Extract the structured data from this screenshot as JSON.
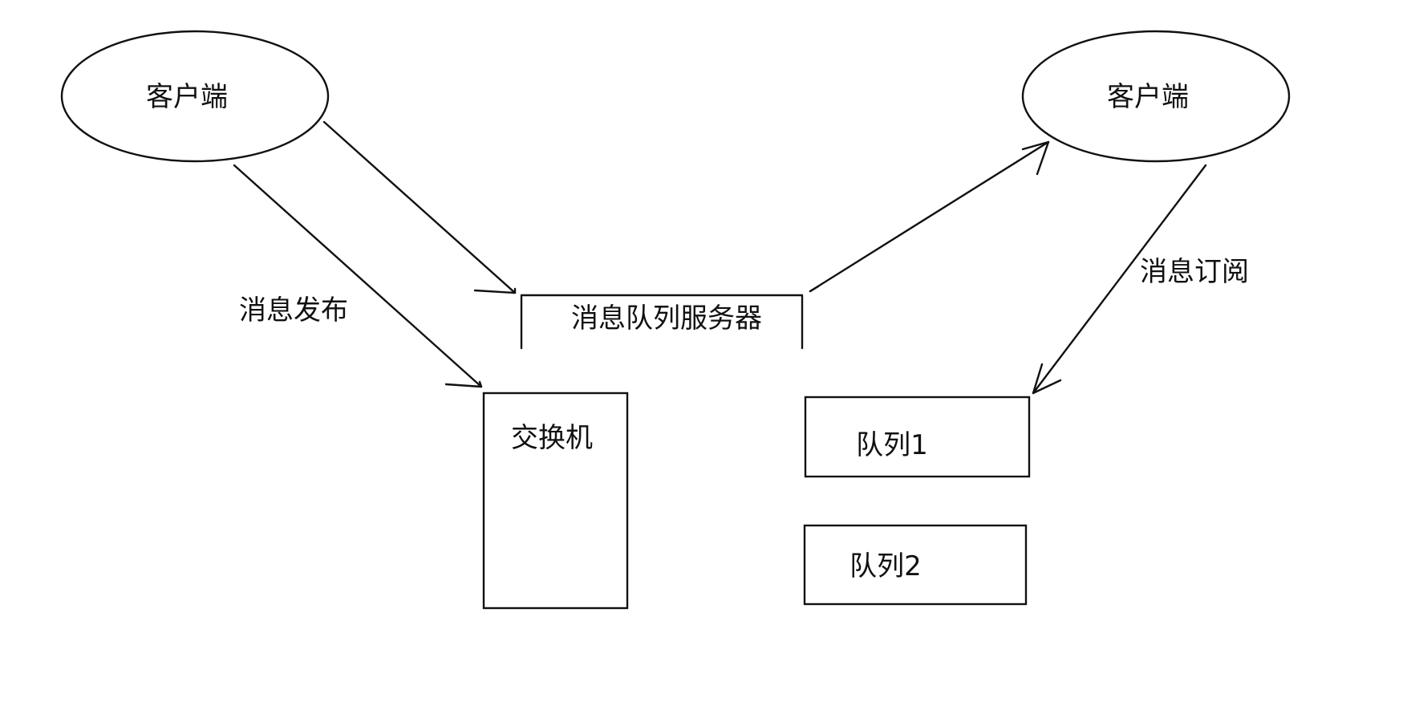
{
  "diagram": {
    "client_left": {
      "label": "客户端"
    },
    "client_right": {
      "label": "客户端"
    },
    "server": {
      "label": "消息队列服务器"
    },
    "exchange": {
      "label": "交换机"
    },
    "queue1": {
      "label": "队列1"
    },
    "queue2": {
      "label": "队列2"
    },
    "edge_publish": {
      "label": "消息发布"
    },
    "edge_subscribe": {
      "label": "消息订阅"
    }
  }
}
